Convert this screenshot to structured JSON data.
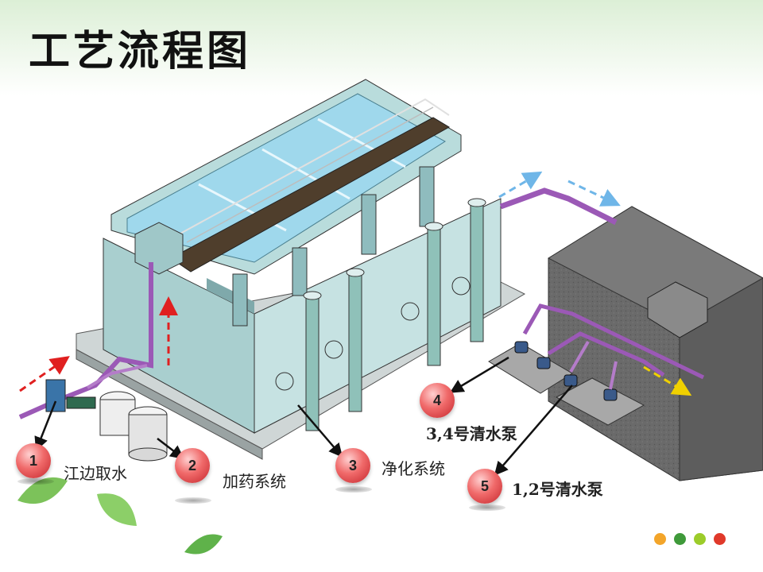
{
  "slide": {
    "title": "工艺流程图"
  },
  "steps": [
    {
      "number": "1",
      "label": "江边取水"
    },
    {
      "number": "2",
      "label": "加药系统"
    },
    {
      "number": "3",
      "label": "净化系统"
    },
    {
      "number": "4",
      "label": "3,4号清水泵"
    },
    {
      "number": "5",
      "label": "1,2号清水泵"
    }
  ],
  "colors": {
    "tank_body": "#a9cfcf",
    "tank_dark": "#7fa9ab",
    "water": "#9fd8ec",
    "pipe": "#9b59b6",
    "clear_well": "#6e6e6e",
    "flow_red": "#e02020",
    "flow_blue": "#6fb6e8",
    "flow_yellow": "#f0d000",
    "badge": "#e24a4a"
  },
  "decor_dots": [
    "#f3a52a",
    "#3f9a3a",
    "#9ccc2a",
    "#e0392a"
  ]
}
